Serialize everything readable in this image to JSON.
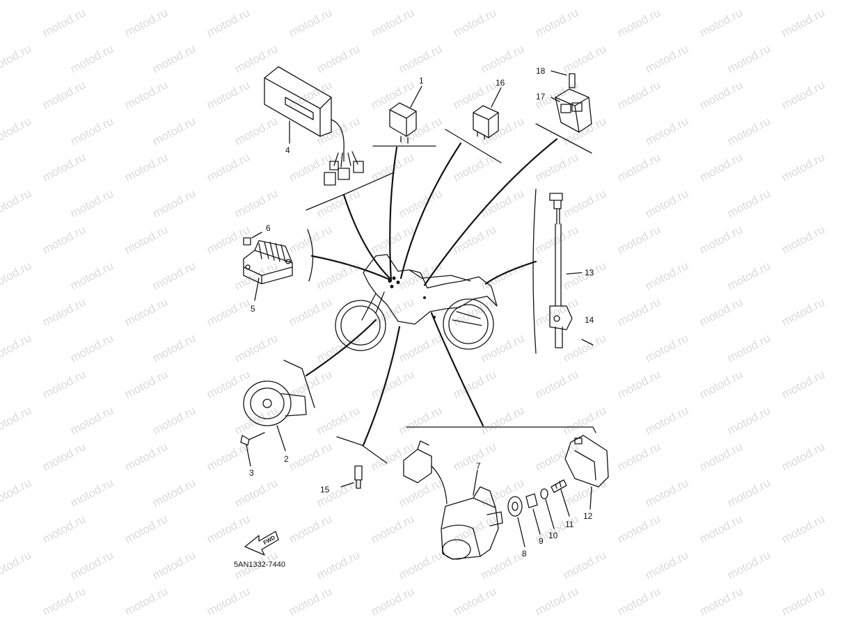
{
  "watermark": "motod.ru",
  "part_code": "5AN1332-7440",
  "fwd_label": "FWD",
  "callouts": [
    "1",
    "2",
    "3",
    "4",
    "5",
    "6",
    "7",
    "8",
    "9",
    "10",
    "11",
    "12",
    "13",
    "14",
    "15",
    "16",
    "17",
    "18"
  ],
  "colors": {
    "line": "#111111",
    "watermark": "#bdbdbd",
    "background": "#ffffff"
  }
}
